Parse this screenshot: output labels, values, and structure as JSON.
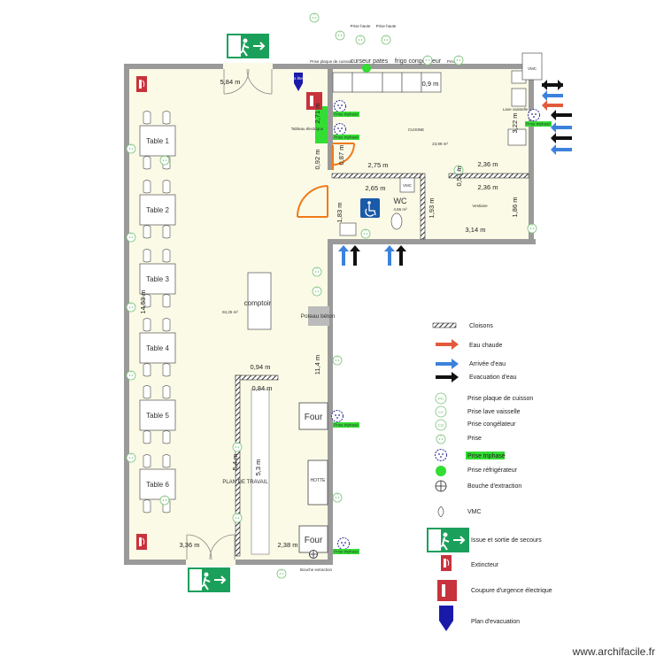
{
  "plan": {
    "rooms": {
      "main_area": "84,25 m²",
      "kitchen_name": "CUISINE",
      "kitchen_area": "23,99 m²",
      "wc_name": "WC",
      "wc_area": "4,86 m²",
      "vestiaire": "Vestiaire"
    },
    "labels": {
      "comptoir": "comptoir",
      "poteau": "Poteau béton",
      "plan_travail": "PLAN DE TRAVAIL",
      "four": "Four",
      "hotte": "HOTTE",
      "vmc": "VMC",
      "tableau": "Tableau électrique",
      "bouche": "Bouche extraction",
      "prise_cuisson": "Prise plaque de cuisson",
      "curseur_pates": "curseur pates",
      "frigo": "frigo congélateur",
      "prise_haute": "Prise haute",
      "prise": "Prise",
      "triphase": "Prise triphasé",
      "lave_vaisselle": "Lave vaisselle",
      "vous_etes_ici": "Vous êtes ici"
    },
    "tables": [
      "Table 1",
      "Table 2",
      "Table 3",
      "Table 4",
      "Table 5",
      "Table 6"
    ],
    "dims": {
      "top_main": "5,84 m",
      "left_height": "14,53 m",
      "right_height": "11,4 m",
      "bottom_left": "3,36 m",
      "bottom_right": "2,38 m",
      "counter_w1": "0,94 m",
      "counter_w2": "0,84 m",
      "counter_l1": "5,4 m",
      "counter_l2": "5,3 m",
      "v_092": "0,92 m",
      "v_087": "0,87 m",
      "v_271": "2,71 m",
      "h_275": "2,75 m",
      "h_265": "2,65 m",
      "h_236a": "2,36 m",
      "h_236b": "2,36 m",
      "h_314": "3,14 m",
      "v_183": "1,83 m",
      "v_193": "1,93 m",
      "v_186": "1,86 m",
      "v_053": "0,53 m",
      "v_322": "3,22 m",
      "h_09": "0,9 m"
    }
  },
  "legend": {
    "items": [
      "Cloisons",
      "Eau chaude",
      "Arrivée d'eau",
      "Evacuation d'eau",
      "Prise plaque de cuisson",
      "Prise lave vaisselle",
      "Prise congélateur",
      "Prise",
      "Prise triphasé",
      "Prise réfrigérateur",
      "Bouche d'extraction",
      "VMC",
      "Issue et sortie de secours",
      "Extincteur",
      "Coupure d'urgence électrique",
      "Plan d'evacuation"
    ],
    "codes": [
      "PC",
      "LV",
      "CG"
    ]
  },
  "watermark": "www.archifacile.fr",
  "colors": {
    "wall": "#9a9a9a",
    "floor": "#fafae6",
    "exit_green": "#1aa05a",
    "fire_red": "#c8323c",
    "hot_water": "#e25a3c",
    "cold_water": "#3c82dc",
    "evacuation": "#111111",
    "triphase_green": "#33dd33",
    "door_orange": "#f07a1a"
  }
}
